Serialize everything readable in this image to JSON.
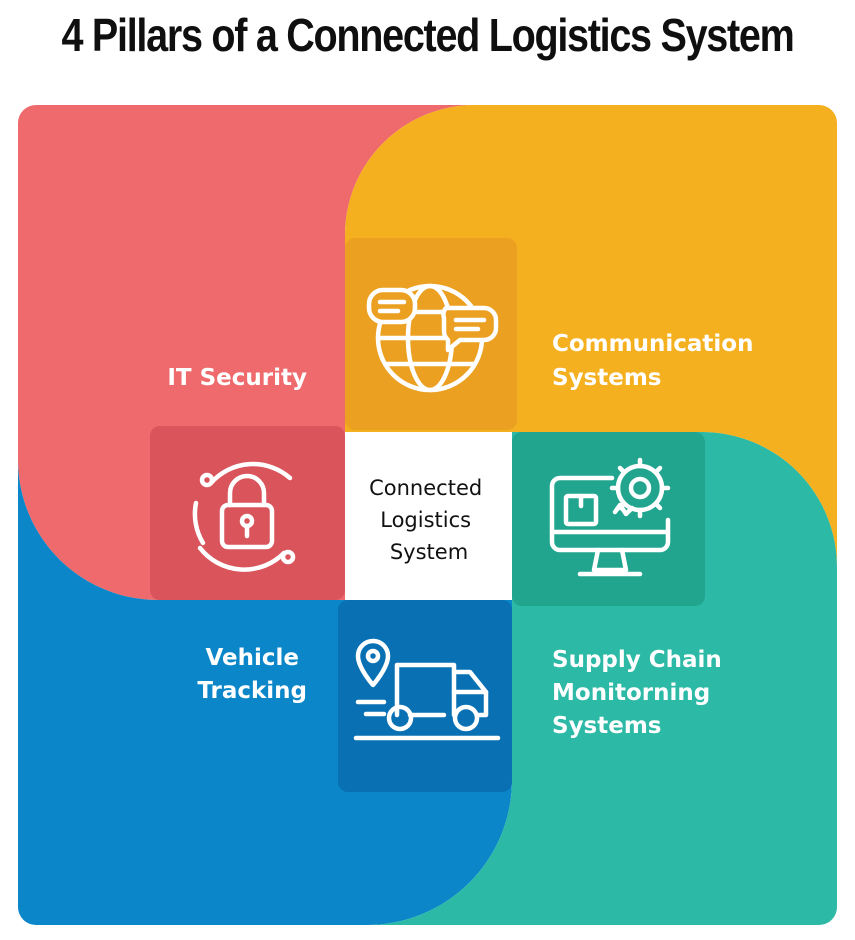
{
  "title": "4 Pillars of a Connected Logistics System",
  "center": {
    "lines": [
      "Connected",
      "Logistics",
      "System"
    ]
  },
  "pillars": [
    {
      "id": "it-security",
      "lines": [
        "IT Security"
      ],
      "color": "#ee6a6c",
      "icon": "padlock-icon"
    },
    {
      "id": "communication",
      "lines": [
        "Communication",
        "Systems"
      ],
      "color": "#f5b01f",
      "icon": "globe-chat-icon"
    },
    {
      "id": "supply-chain",
      "lines": [
        "Supply Chain",
        "Monitorning",
        "Systems"
      ],
      "color": "#2cb9a5",
      "icon": "monitor-gear-icon"
    },
    {
      "id": "vehicle-tracking",
      "lines": [
        "Vehicle",
        "Tracking"
      ],
      "color": "#0a86c9",
      "icon": "truck-location-icon"
    }
  ],
  "colors": {
    "red_dark": "#d9545b",
    "orange_dark": "#eba021",
    "teal_dark": "#22a58f",
    "blue_dark": "#0870b3",
    "center_bg": "#ffffff"
  }
}
